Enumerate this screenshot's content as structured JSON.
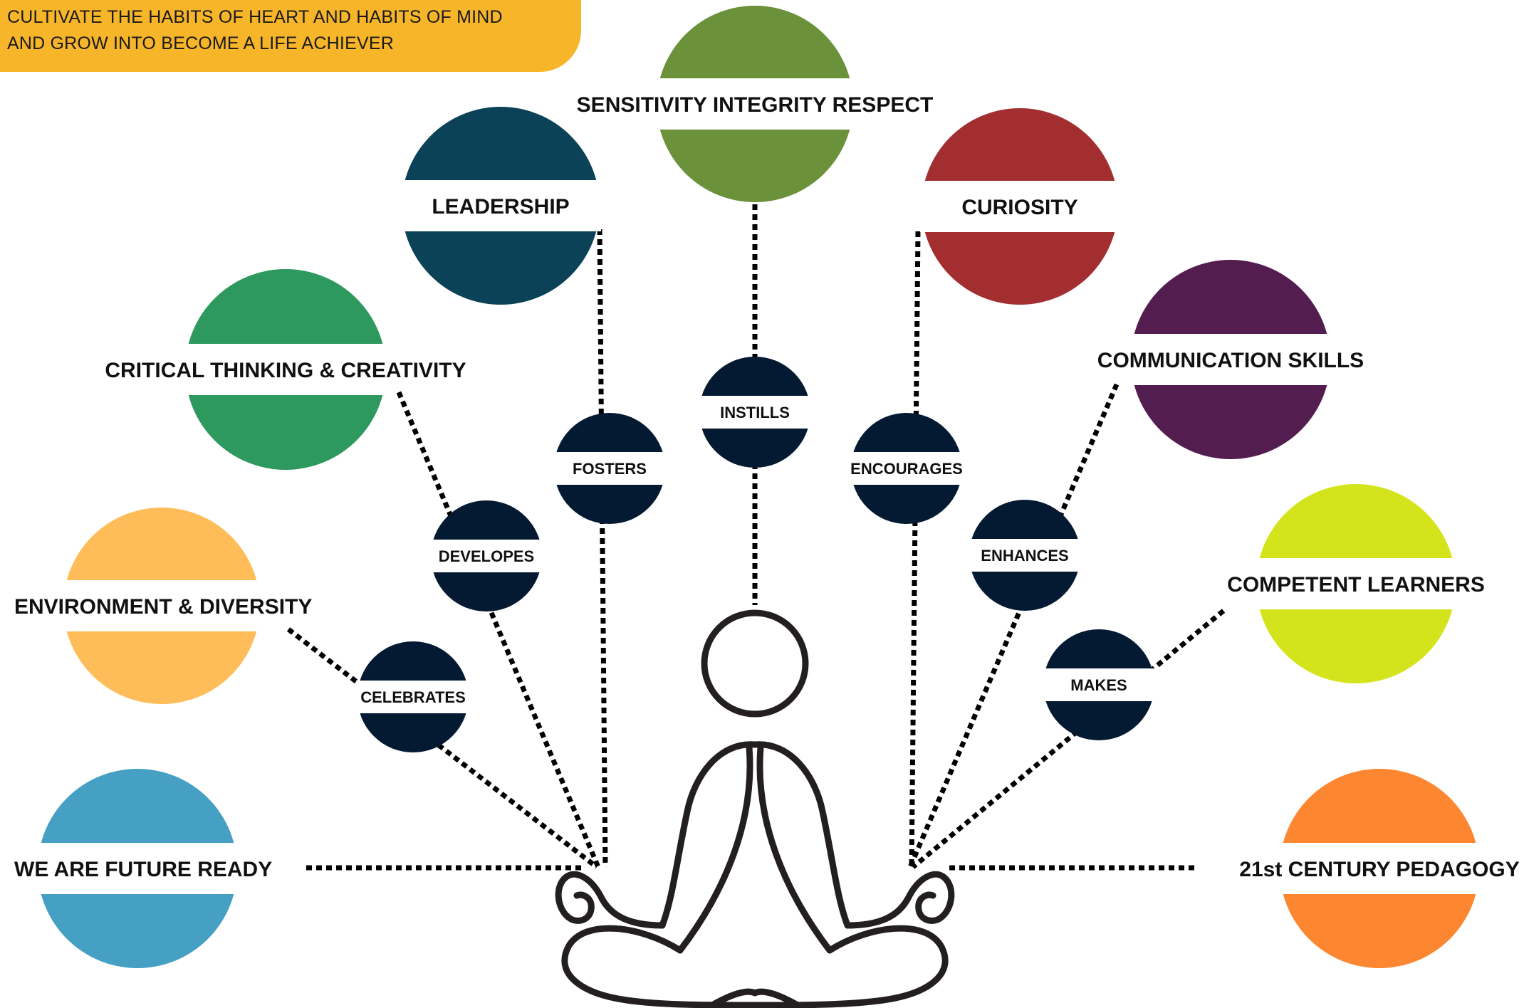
{
  "banner": {
    "line1": "CULTIVATE THE HABITS OF HEART AND HABITS OF MIND",
    "line2": "AND GROW INTO BECOME A LIFE ACHIEVER",
    "color": "#F7B52A"
  },
  "colors": {
    "connector": "#000000",
    "verb_circle": "#041A33",
    "figure_outline": "#231F20"
  },
  "center_figure": {
    "icon": "meditating-person-icon"
  },
  "values": [
    {
      "id": "we-are-future-ready",
      "label": "WE ARE FUTURE READY",
      "color": "#45A0C4"
    },
    {
      "id": "environment-diversity",
      "label": "ENVIRONMENT & DIVERSITY",
      "color": "#FEBD59"
    },
    {
      "id": "critical-thinking-creativity",
      "label": "CRITICAL THINKING & CREATIVITY",
      "color": "#2D995F"
    },
    {
      "id": "leadership",
      "label": "LEADERSHIP",
      "color": "#0B4258"
    },
    {
      "id": "sensitivity-integrity-respect",
      "label": "SENSITIVITY INTEGRITY RESPECT",
      "color": "#6B913A"
    },
    {
      "id": "curiosity",
      "label": "CURIOSITY",
      "color": "#A32E30"
    },
    {
      "id": "communication-skills",
      "label": "COMMUNICATION SKILLS",
      "color": "#541D50"
    },
    {
      "id": "competent-learners",
      "label": "COMPETENT LEARNERS",
      "color": "#D4E41C"
    },
    {
      "id": "21st-century-pedagogy",
      "label": "21st CENTURY PEDAGOGY",
      "color": "#FD8731"
    }
  ],
  "verbs": [
    {
      "id": "celebrates",
      "label": "CELEBRATES"
    },
    {
      "id": "developes",
      "label": "DEVELOPES"
    },
    {
      "id": "fosters",
      "label": "FOSTERS"
    },
    {
      "id": "instills",
      "label": "INSTILLS"
    },
    {
      "id": "encourages",
      "label": "ENCOURAGES"
    },
    {
      "id": "enhances",
      "label": "ENHANCES"
    },
    {
      "id": "makes",
      "label": "MAKES"
    }
  ]
}
